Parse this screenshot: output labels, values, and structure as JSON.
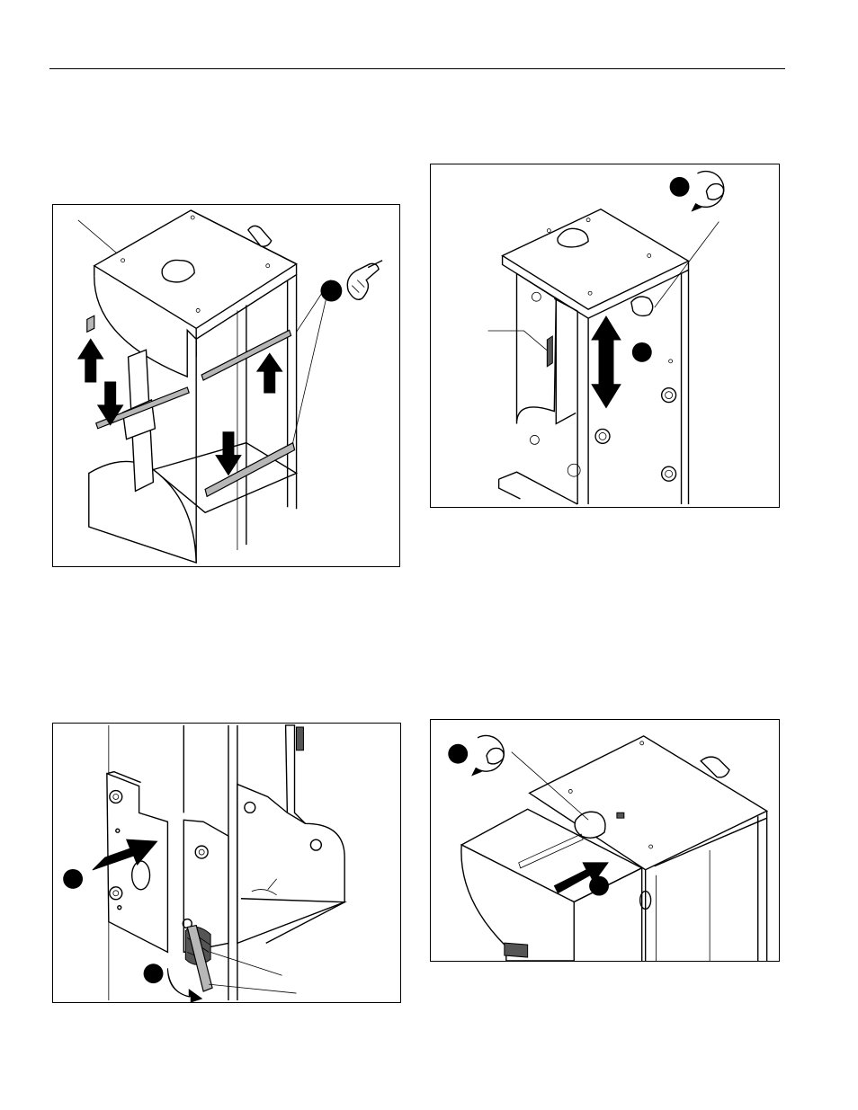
{
  "page": {
    "header_rule": true
  },
  "figures": [
    {
      "id": "fig-a",
      "step_marker": "filled-circle",
      "icons": [
        "hand-grip-icon"
      ]
    },
    {
      "id": "fig-b",
      "step_marker": "filled-circle",
      "icons": [
        "rotate-ccw-hand-icon"
      ]
    },
    {
      "id": "fig-c",
      "step_marker": "filled-circle",
      "icons": []
    },
    {
      "id": "fig-d",
      "step_marker": "filled-circle",
      "icons": [
        "rotate-ccw-hand-icon"
      ]
    }
  ],
  "colors": {
    "line": "#000000",
    "rail_grey": "#b7b7b7",
    "background": "#ffffff"
  }
}
